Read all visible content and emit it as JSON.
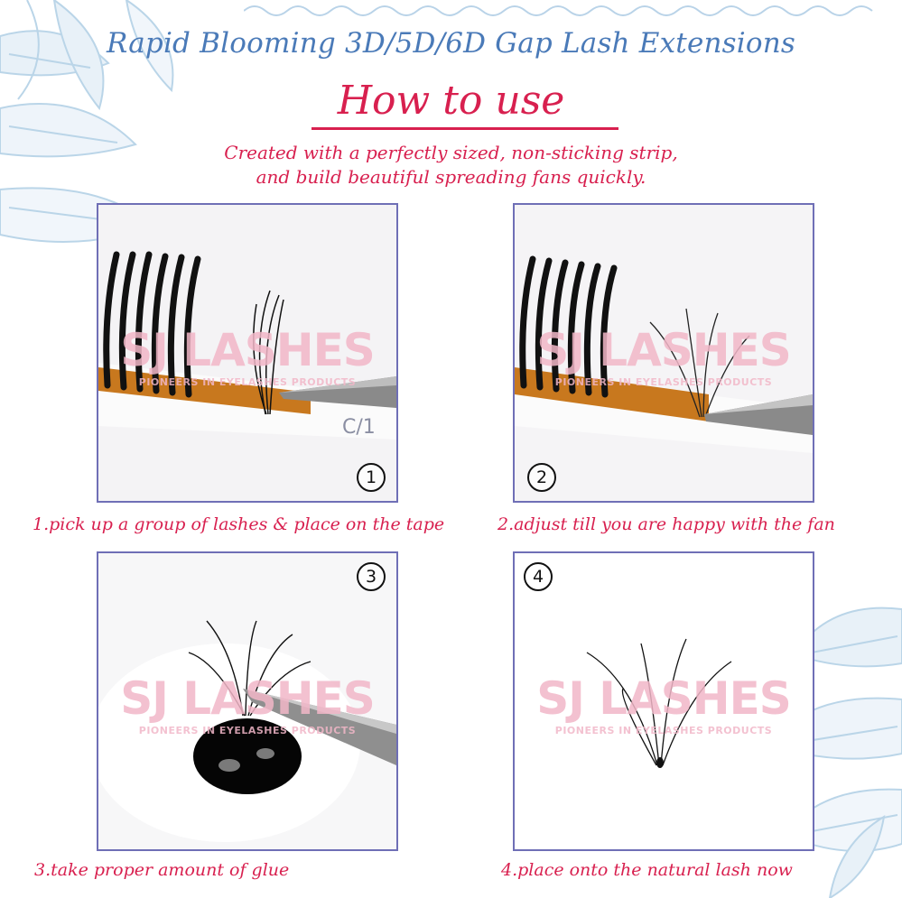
{
  "header": {
    "title": "Rapid Blooming 3D/5D/6D Gap Lash Extensions",
    "heading": "How to use",
    "subtitle_line1": "Created with a perfectly sized, non-sticking strip,",
    "subtitle_line2": "and build beautiful spreading fans quickly."
  },
  "watermark": {
    "brand": "SJ LASHES",
    "tagline": "PIONEERS IN EYELASHES PRODUCTS"
  },
  "steps": [
    {
      "number": "1",
      "caption": "1.pick up a group of lashes & place on the tape",
      "strip_label": "C/1"
    },
    {
      "number": "2",
      "caption": "2.adjust till you are happy with the fan"
    },
    {
      "number": "3",
      "caption": "3.take proper amount of glue"
    },
    {
      "number": "4",
      "caption": "4.place onto the natural lash now"
    }
  ],
  "colors": {
    "title_blue": "#4a7ab8",
    "accent_red": "#d8204f",
    "panel_border": "#6f6fb6",
    "watermark_pink": "#f2b7c8"
  }
}
